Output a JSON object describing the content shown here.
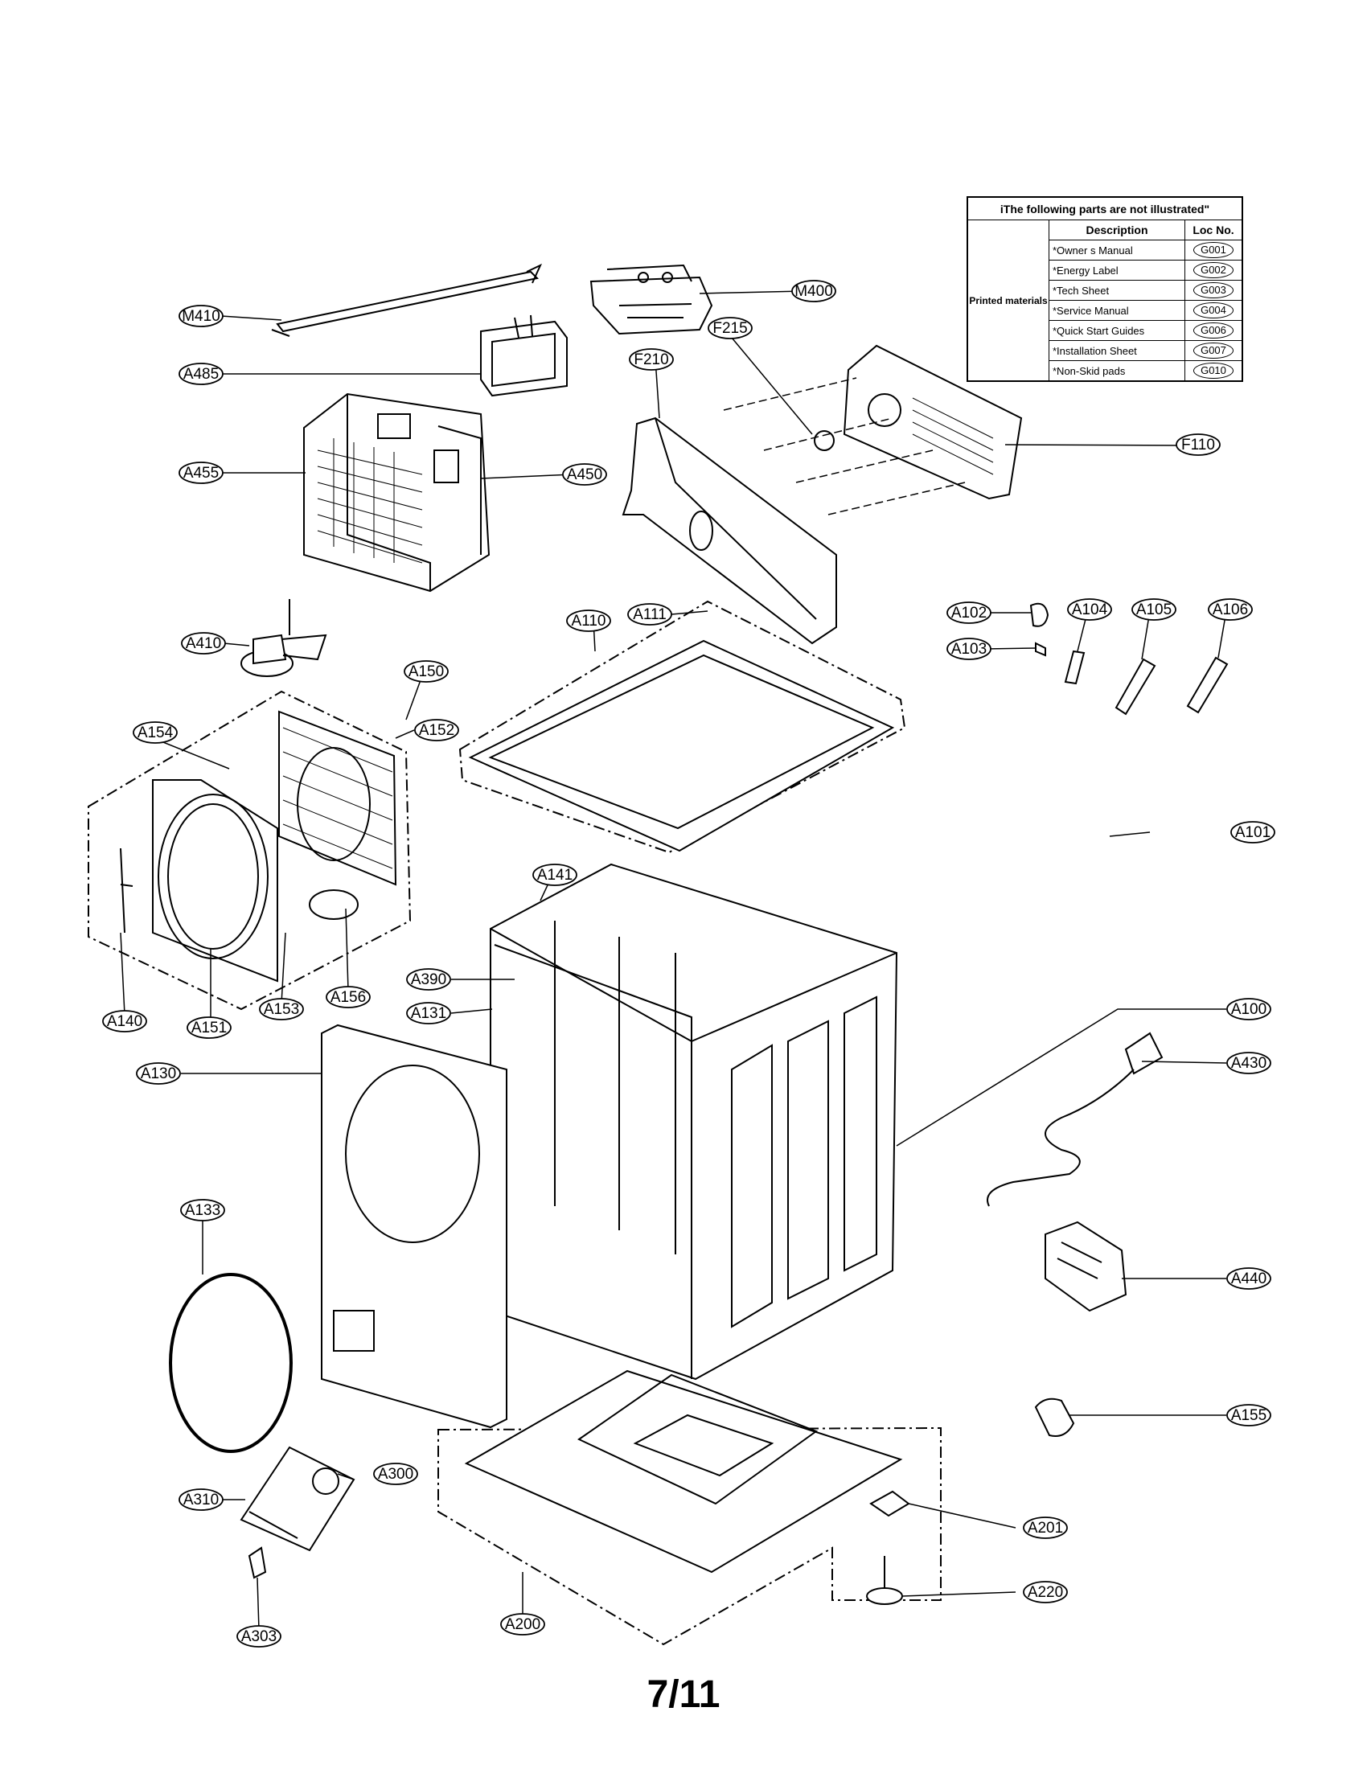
{
  "table": {
    "title": "iThe following parts are not illustrated\"",
    "col_description": "Description",
    "col_loc": "Loc No.",
    "category": "Printed materials",
    "rows": [
      {
        "desc": "*Owner s Manual",
        "loc": "G001"
      },
      {
        "desc": "*Energy Label",
        "loc": "G002"
      },
      {
        "desc": "*Tech Sheet",
        "loc": "G003"
      },
      {
        "desc": "*Service Manual",
        "loc": "G004"
      },
      {
        "desc": "*Quick Start Guides",
        "loc": "G006"
      },
      {
        "desc": "*Installation Sheet",
        "loc": "G007"
      },
      {
        "desc": "*Non-Skid pads",
        "loc": "G010"
      }
    ]
  },
  "callouts": {
    "M410": "M410",
    "M400": "M400",
    "A485": "A485",
    "F215": "F215",
    "F210": "F210",
    "A455": "A455",
    "A450": "A450",
    "F110": "F110",
    "A102": "A102",
    "A104": "A104",
    "A105": "A105",
    "A106": "A106",
    "A410": "A410",
    "A110": "A110",
    "A111": "A111",
    "A103": "A103",
    "A150": "A150",
    "A154": "A154",
    "A152": "A152",
    "A101": "A101",
    "A141": "A141",
    "A390": "A390",
    "A131": "A131",
    "A100": "A100",
    "A140": "A140",
    "A151": "A151",
    "A153": "A153",
    "A156": "A156",
    "A130": "A130",
    "A430": "A430",
    "A133": "A133",
    "A440": "A440",
    "A155": "A155",
    "A300": "A300",
    "A310": "A310",
    "A201": "A201",
    "A220": "A220",
    "A303": "A303",
    "A200": "A200"
  },
  "page_number": "7/11"
}
